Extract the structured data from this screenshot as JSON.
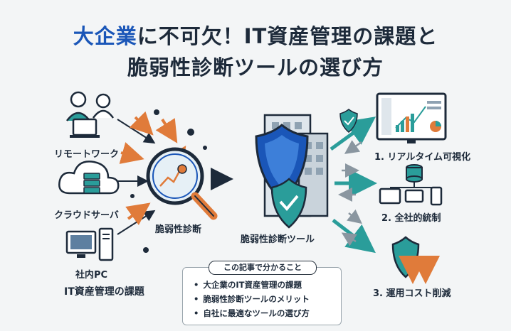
{
  "title": {
    "line1_highlight": "大企業",
    "line1_rest": "に不可欠！IT資産管理の課題と",
    "line2": "脆弱性診断ツールの選び方"
  },
  "left": {
    "remote_work": "リモートワーク",
    "cloud_server": "クラウドサーバ",
    "office_pc": "社内PC",
    "issues": "IT資産管理の課題"
  },
  "center": {
    "scan_label": "脆弱性診断",
    "tool_label": "脆弱性診断ツール"
  },
  "right": {
    "benefit1": "1. リアルタイム可視化",
    "benefit2": "2. 全社的統制",
    "benefit3": "3. 運用コスト削減"
  },
  "summary": {
    "heading": "この記事で分かること",
    "items": [
      "大企業のIT資産管理の課題",
      "脆弱性診断ツールのメリット",
      "自社に最適なツールの選び方"
    ]
  },
  "colors": {
    "navy": "#1d2a3a",
    "blue": "#1a56b8",
    "teal": "#2a9d9a",
    "orange": "#e07b3a"
  }
}
